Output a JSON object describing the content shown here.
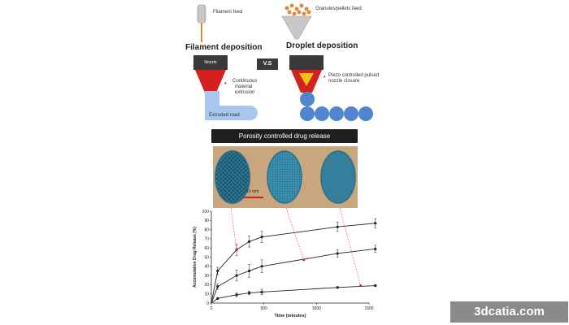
{
  "top": {
    "filament_feed": "Filament feed",
    "granules_feed": "Granules/pellets feed",
    "filament_title": "Filament deposition",
    "droplet_title": "Droplet deposition",
    "vs": "V.S",
    "nozzle": "Nozzle",
    "continuous": [
      "Continuous",
      "material",
      "extrusion"
    ],
    "piezo": [
      "Piezo controlled pulsed",
      "nozzle closure"
    ],
    "extruded_road": "Extruded road"
  },
  "banner": "Porosity controlled drug release",
  "photo": {
    "scale_label": "10 mm"
  },
  "chart_data": {
    "type": "line",
    "xlabel": "Time (minutes)",
    "ylabel": "Accumulative Drug Release (%)",
    "xlim": [
      0,
      1500
    ],
    "ylim": [
      0,
      100
    ],
    "xticks": [
      0,
      500,
      1000,
      1500
    ],
    "yticks": [
      0,
      10,
      20,
      30,
      40,
      50,
      60,
      70,
      80,
      90,
      100
    ],
    "grid": false,
    "series": [
      {
        "values": [
          [
            0,
            0
          ],
          [
            60,
            35
          ],
          [
            240,
            58
          ],
          [
            360,
            67
          ],
          [
            480,
            72
          ],
          [
            1200,
            83
          ],
          [
            1560,
            87
          ]
        ],
        "errors": [
          0,
          4,
          6,
          6,
          6,
          5,
          5
        ]
      },
      {
        "values": [
          [
            0,
            0
          ],
          [
            60,
            18
          ],
          [
            240,
            30
          ],
          [
            360,
            35
          ],
          [
            480,
            40
          ],
          [
            1200,
            54
          ],
          [
            1560,
            59
          ]
        ],
        "errors": [
          0,
          3,
          6,
          7,
          7,
          4,
          4
        ]
      },
      {
        "values": [
          [
            0,
            0
          ],
          [
            60,
            5
          ],
          [
            240,
            9
          ],
          [
            360,
            11
          ],
          [
            480,
            12
          ],
          [
            1200,
            17
          ],
          [
            1560,
            19
          ]
        ],
        "errors": [
          0,
          1,
          2,
          2,
          3,
          1,
          1
        ]
      }
    ]
  },
  "watermark": "3dcatia.com",
  "colors": {
    "red": "#d42020",
    "blue": "#4f86cf",
    "light_blue": "#a9c7ee",
    "dark": "#3a3a3a",
    "photo_bg": "#c9a77e",
    "tablet": "#2f7d9a"
  }
}
